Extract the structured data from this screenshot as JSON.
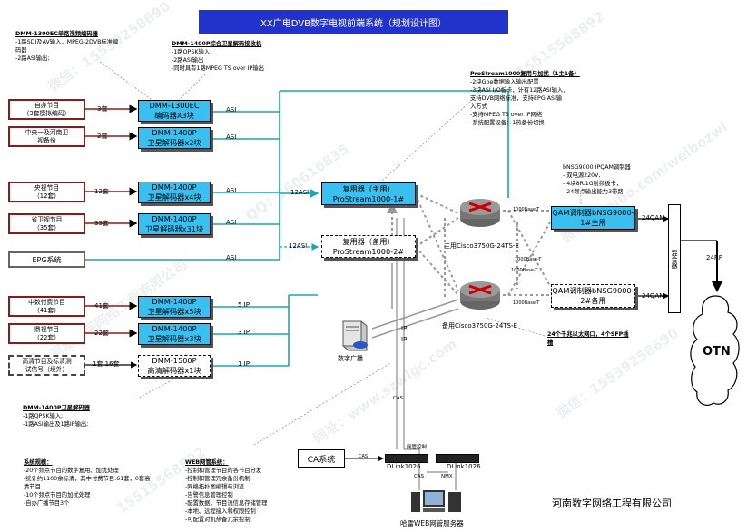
{
  "title": "XX广电DVB数字电视前端系统（规划设计图）",
  "company": "河南数字网络工程有限公司",
  "watermarks": [
    "微信：15539258690",
    "河南数字网络工程有限公司",
    "微博：weibo.com/weibozwl",
    "QQ：360616835",
    "15515568892",
    "网址：www.szwlgc.com"
  ],
  "notes": {
    "dmm1300": {
      "head": "DMM-1300EC单路视频编码器",
      "lines": [
        "-1路SDI及AV输入，MPEG-2DVB标准编",
        "码器",
        "-2路ASI输出;"
      ]
    },
    "dmm1400": {
      "head": "DMM-1400P综合卫星解码接收机",
      "lines": [
        "-1路QPSK输入;",
        "-2路ASI输出",
        "-同时具有1路MPEG TS over IP输出"
      ]
    },
    "prostream": {
      "head": "ProStream1000复用与加扰（1主1备）",
      "lines": [
        "-2块Gbe数据输入输出配置",
        "-3块ASI I/O板卡，计有12路ASI输入，",
        "支持DVB网络标准，支持EPG ASI输",
        "入方式",
        "-支持MPEG TS over IP网络",
        "-系统配置设备：1热备份切换"
      ]
    },
    "qam": {
      "lines": [
        "bNSG9000 IPQAM调制器",
        "- 双电源220V,",
        "- 4块8R.1G射频板卡，",
        "- 24频点输出能力3带路"
      ]
    },
    "dmm1400b": {
      "head": "DMM-1400P卫星解码器",
      "lines": [
        "-1路QPSK输入;",
        "-1路ASI输出及1路IP输出;"
      ]
    },
    "system": {
      "head": "系统规模：",
      "lines": [
        "-20个频点节目的数字复用、加扰处理",
        "-统计约1100余标清，其中付费节目:61套，0套高",
        "清节目",
        "-10个频点节目的加扰处理",
        "-自办广播节目3个"
      ]
    },
    "web": {
      "head": "WEB网管系统：",
      "lines": [
        "-控制和管理节目的各节目分发",
        "-控制和管理冗余备份机制",
        "-网络拓扑图编辑与浏览",
        "-告警信息管理控制",
        "-配置数据，节目流信息存储管理",
        "-本地、远程接入和权限控制",
        "-可配置对机热备冗余控制"
      ]
    },
    "sfp": "24个千兆以太网口，4个SFP插槽"
  },
  "sources": [
    {
      "l1": "自办节目",
      "l2": "（3套模拟编码）",
      "count": "3套"
    },
    {
      "l1": "中央一及河南卫",
      "l2": "视备份",
      "count": "2套"
    },
    {
      "l1": "央视节目",
      "l2": "（12套）",
      "count": "12套"
    },
    {
      "l1": "省卫视节目",
      "l2": "（35套）",
      "count": "35套"
    },
    {
      "l1": "EPG系统",
      "l2": "",
      "count": ""
    },
    {
      "l1": "中数付费节目",
      "l2": "（41套）",
      "count": "41套"
    },
    {
      "l1": "鼎视节目",
      "l2": "（22套）",
      "count": "22套"
    },
    {
      "l1": "高清节目及标清测",
      "l2": "试信号（境外）",
      "count": "1套 16套"
    }
  ],
  "devices": [
    {
      "l1": "DMM-1300EC",
      "l2": "编码器X3块",
      "out": "ASI"
    },
    {
      "l1": "DMM-1400P",
      "l2": "卫星解码器x2块",
      "out": "ASI"
    },
    {
      "l1": "DMM-1400P",
      "l2": "卫星解码器x4块",
      "out": "ASI"
    },
    {
      "l1": "DMM-1400P",
      "l2": "卫星解码器x31块",
      "out": "ASI"
    },
    {
      "l1": "DMM-1400P",
      "l2": "卫星解码器x5块",
      "out": "5 IP"
    },
    {
      "l1": "DMM-1400P",
      "l2": "卫星解码器x3块",
      "out": "3 IP"
    },
    {
      "l1": "DMM-1500P",
      "l2": "高清解码器x1块",
      "out": "1 IP"
    }
  ],
  "epg_out": "ASI",
  "mux_main": {
    "l1": "复用器（主用）",
    "l2": "ProStream1000-1#",
    "in": "12ASI"
  },
  "mux_backup": {
    "l1": "复用器（备用）",
    "l2": "ProStream1000-2#",
    "in": "12ASI"
  },
  "switch_main": "主用Cisco3750G-24TS-E",
  "switch_backup": "备用Cisco3750G-24TS-E",
  "qam_main": {
    "l1": "QAM调制器bNSG9000-",
    "l2": "1#主用",
    "out": "24QAM"
  },
  "qam_backup": {
    "l1": "QAM调制器bNSG9000-",
    "l2": "2#备用",
    "out": "24QAM"
  },
  "link_labels": {
    "gbe1": "1000Base-T",
    "gbe2": "1000Base-T",
    "gbe3": "1000Base-T",
    "gbe4": "1000Base-T"
  },
  "combiner": "混合器",
  "rf": "24RF",
  "otn": "OTN",
  "server_label": "数字广播",
  "ip1": "IP",
  "ip2": "IP",
  "cas_system": "CA系统",
  "cas_link": "CAS",
  "cas_vert": "CAS",
  "mgmt_net": "网管控制",
  "dlink1": "DLink1026",
  "dlink2": "DLink1026",
  "cas_tag": "CAS",
  "nmx_tag": "NMX",
  "web_server": "哈雷WEB网管服务器"
}
